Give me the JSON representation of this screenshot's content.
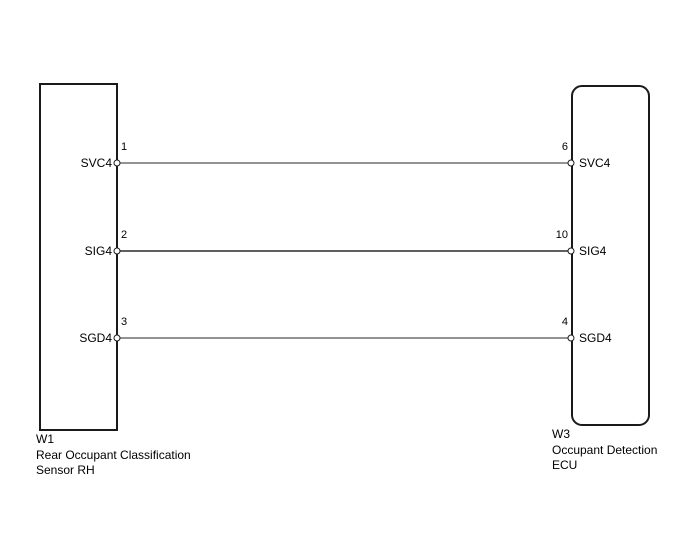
{
  "left_component": {
    "code": "W1",
    "name_lines": [
      "Rear Occupant Classification",
      "Sensor RH"
    ],
    "pins": [
      {
        "number": "1",
        "label": "SVC4"
      },
      {
        "number": "2",
        "label": "SIG4"
      },
      {
        "number": "3",
        "label": "SGD4"
      }
    ]
  },
  "right_component": {
    "code": "W3",
    "name_lines": [
      "Occupant Detection",
      "ECU"
    ],
    "pins": [
      {
        "number": "6",
        "label": "SVC4"
      },
      {
        "number": "10",
        "label": "SIG4"
      },
      {
        "number": "4",
        "label": "SGD4"
      }
    ]
  },
  "wires": [
    {
      "signal": "SVC4",
      "from": "W1 pin 1",
      "to": "W3 pin 6",
      "color": "#929292"
    },
    {
      "signal": "SIG4",
      "from": "W1 pin 2",
      "to": "W3 pin 10",
      "color": "#5f5f5f"
    },
    {
      "signal": "SGD4",
      "from": "W1 pin 3",
      "to": "W3 pin 4",
      "color": "#929292"
    }
  ],
  "colors": {
    "background": "#ffffff",
    "box_border": "#1a1a1a",
    "text": "#000000",
    "wire_default": "#929292"
  }
}
